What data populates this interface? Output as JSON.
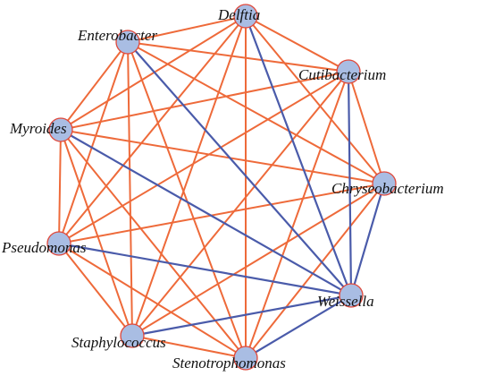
{
  "colors": {
    "positive_edge": "#EE6A3A",
    "negative_edge": "#4A5BAA",
    "node_fill": "#A9BDE3",
    "node_stroke": "#E0483A"
  },
  "nodes": [
    {
      "id": "delftia",
      "label": "Delftia"
    },
    {
      "id": "enterobacter",
      "label": "Enterobacter"
    },
    {
      "id": "cutibacterium",
      "label": "Cutibacterium"
    },
    {
      "id": "myroides",
      "label": "Myroides"
    },
    {
      "id": "chryseobacterium",
      "label": "Chryseobacterium"
    },
    {
      "id": "pseudomonas",
      "label": "Pseudomonas"
    },
    {
      "id": "weissella",
      "label": "Weissella"
    },
    {
      "id": "staphylococcus",
      "label": "Staphylococcus"
    },
    {
      "id": "stenotrophomonas",
      "label": "Stenotrophomonas"
    }
  ],
  "edges": [
    {
      "source": "delftia",
      "target": "enterobacter",
      "sign": "positive"
    },
    {
      "source": "delftia",
      "target": "cutibacterium",
      "sign": "positive"
    },
    {
      "source": "delftia",
      "target": "myroides",
      "sign": "positive"
    },
    {
      "source": "delftia",
      "target": "chryseobacterium",
      "sign": "positive"
    },
    {
      "source": "delftia",
      "target": "pseudomonas",
      "sign": "positive"
    },
    {
      "source": "delftia",
      "target": "staphylococcus",
      "sign": "positive"
    },
    {
      "source": "delftia",
      "target": "stenotrophomonas",
      "sign": "positive"
    },
    {
      "source": "delftia",
      "target": "weissella",
      "sign": "negative"
    },
    {
      "source": "enterobacter",
      "target": "cutibacterium",
      "sign": "positive"
    },
    {
      "source": "enterobacter",
      "target": "myroides",
      "sign": "positive"
    },
    {
      "source": "enterobacter",
      "target": "chryseobacterium",
      "sign": "positive"
    },
    {
      "source": "enterobacter",
      "target": "pseudomonas",
      "sign": "positive"
    },
    {
      "source": "enterobacter",
      "target": "staphylococcus",
      "sign": "positive"
    },
    {
      "source": "enterobacter",
      "target": "stenotrophomonas",
      "sign": "positive"
    },
    {
      "source": "enterobacter",
      "target": "weissella",
      "sign": "negative"
    },
    {
      "source": "cutibacterium",
      "target": "myroides",
      "sign": "positive"
    },
    {
      "source": "cutibacterium",
      "target": "chryseobacterium",
      "sign": "positive"
    },
    {
      "source": "cutibacterium",
      "target": "pseudomonas",
      "sign": "positive"
    },
    {
      "source": "cutibacterium",
      "target": "staphylococcus",
      "sign": "positive"
    },
    {
      "source": "cutibacterium",
      "target": "stenotrophomonas",
      "sign": "positive"
    },
    {
      "source": "cutibacterium",
      "target": "weissella",
      "sign": "negative"
    },
    {
      "source": "myroides",
      "target": "chryseobacterium",
      "sign": "positive"
    },
    {
      "source": "myroides",
      "target": "pseudomonas",
      "sign": "positive"
    },
    {
      "source": "myroides",
      "target": "staphylococcus",
      "sign": "positive"
    },
    {
      "source": "myroides",
      "target": "stenotrophomonas",
      "sign": "positive"
    },
    {
      "source": "myroides",
      "target": "weissella",
      "sign": "negative"
    },
    {
      "source": "chryseobacterium",
      "target": "pseudomonas",
      "sign": "positive"
    },
    {
      "source": "chryseobacterium",
      "target": "staphylococcus",
      "sign": "positive"
    },
    {
      "source": "chryseobacterium",
      "target": "stenotrophomonas",
      "sign": "positive"
    },
    {
      "source": "chryseobacterium",
      "target": "weissella",
      "sign": "negative"
    },
    {
      "source": "pseudomonas",
      "target": "staphylococcus",
      "sign": "positive"
    },
    {
      "source": "pseudomonas",
      "target": "stenotrophomonas",
      "sign": "positive"
    },
    {
      "source": "pseudomonas",
      "target": "weissella",
      "sign": "negative"
    },
    {
      "source": "staphylococcus",
      "target": "stenotrophomonas",
      "sign": "positive"
    },
    {
      "source": "staphylococcus",
      "target": "weissella",
      "sign": "negative"
    },
    {
      "source": "stenotrophomonas",
      "target": "weissella",
      "sign": "negative"
    }
  ]
}
